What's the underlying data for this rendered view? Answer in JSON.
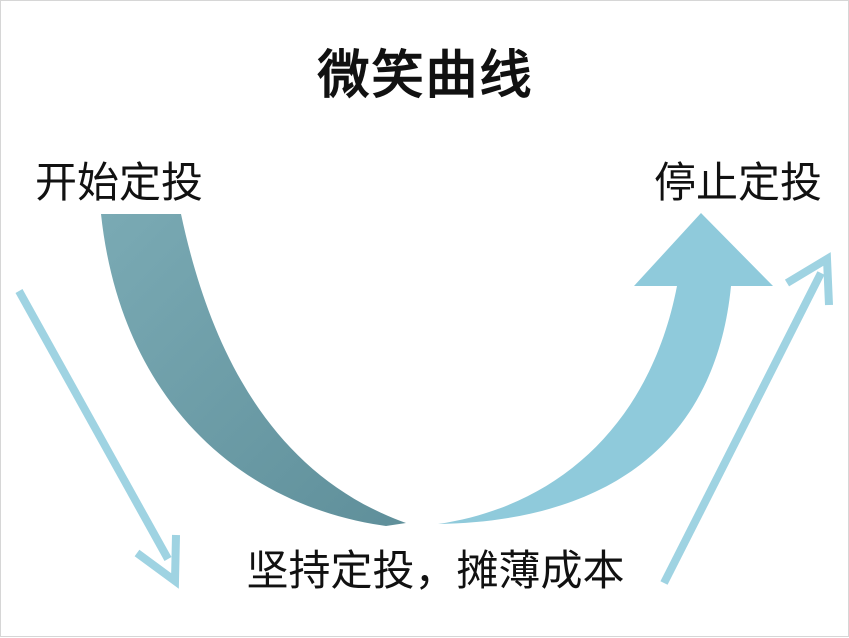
{
  "title": "微笑曲线",
  "labels": {
    "start": "开始定投",
    "stop": "停止定投",
    "bottom": "坚持定投，摊薄成本"
  },
  "colors": {
    "dark_arrow": "#7aaab4",
    "light_arrow": "#8fcadb",
    "thin_arrow": "#9fd3e2",
    "text": "#111111"
  }
}
